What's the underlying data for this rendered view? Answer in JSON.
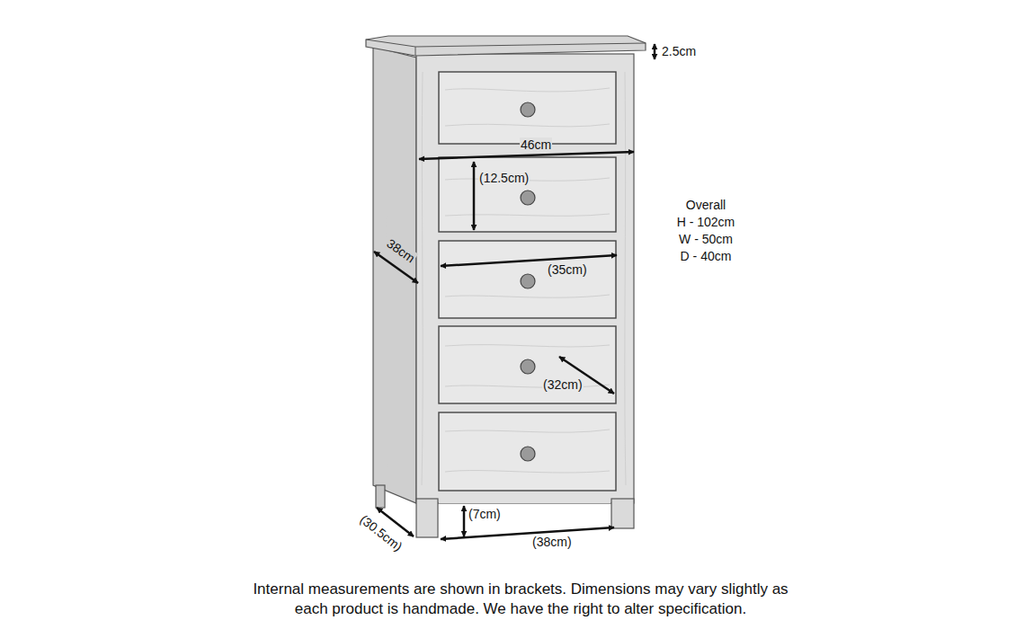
{
  "diagram": {
    "caption": "Internal measurements are shown in brackets. Dimensions may vary slightly as each product is handmade. We have the right to alter specification.",
    "labels": [
      "2.5cm",
      "46cm",
      "(12.5cm)",
      "38cm",
      "(35cm)",
      "(32cm)",
      "(7cm)",
      "(30.5cm)",
      "(38cm)",
      "Overall",
      "H - 102cm",
      "W - 50cm",
      "D - 40cm"
    ]
  }
}
